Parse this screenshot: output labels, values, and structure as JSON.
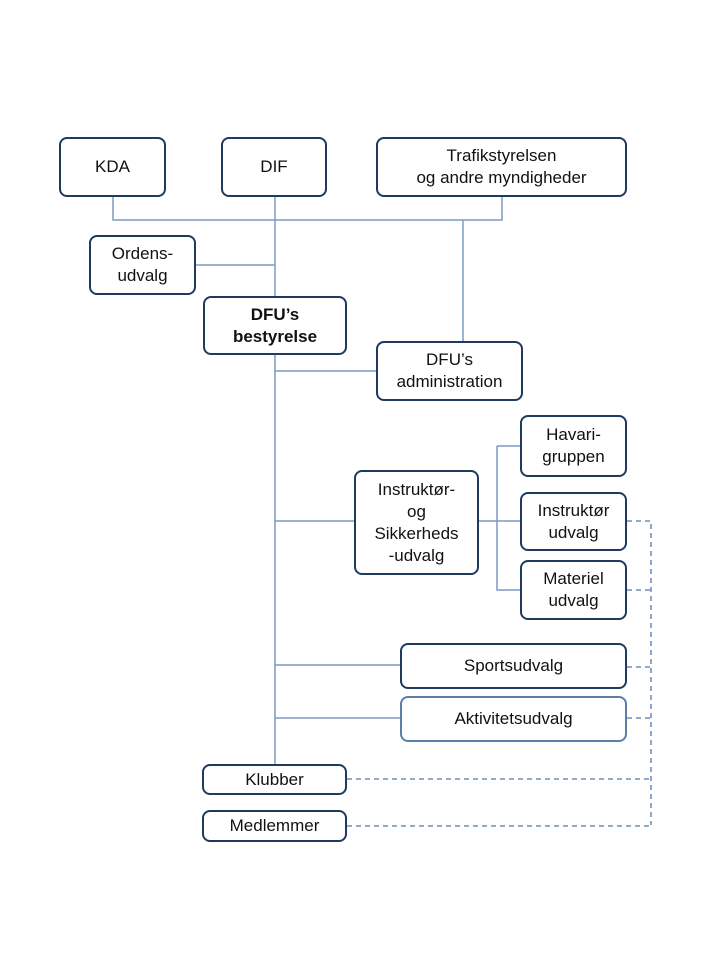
{
  "colors": {
    "box_border": "#1f3a5f",
    "box_border_light": "#5b7fa8",
    "connector": "#7b9cc4",
    "dashed_connector": "#4f79a8"
  },
  "nodes": {
    "kda": "KDA",
    "dif": "DIF",
    "trafikstyrelsen": "Trafikstyrelsen\nog andre myndigheder",
    "ordensudvalg": "Ordens-\nudvalg",
    "bestyrelse": "DFU’s\nbestyrelse",
    "administration": "DFU’s\nadministration",
    "havarigruppen": "Havari-\ngruppen",
    "instruktor_sikkerhed": "Instruktør-\nog\nSikkerheds\n-udvalg",
    "instruktorudvalg": "Instruktør\nudvalg",
    "materiel": "Materiel\nudvalg",
    "sportsudvalg": "Sportsudvalg",
    "aktivitetsudvalg": "Aktivitetsudvalg",
    "klubber": "Klubber",
    "medlemmer": "Medlemmer"
  }
}
